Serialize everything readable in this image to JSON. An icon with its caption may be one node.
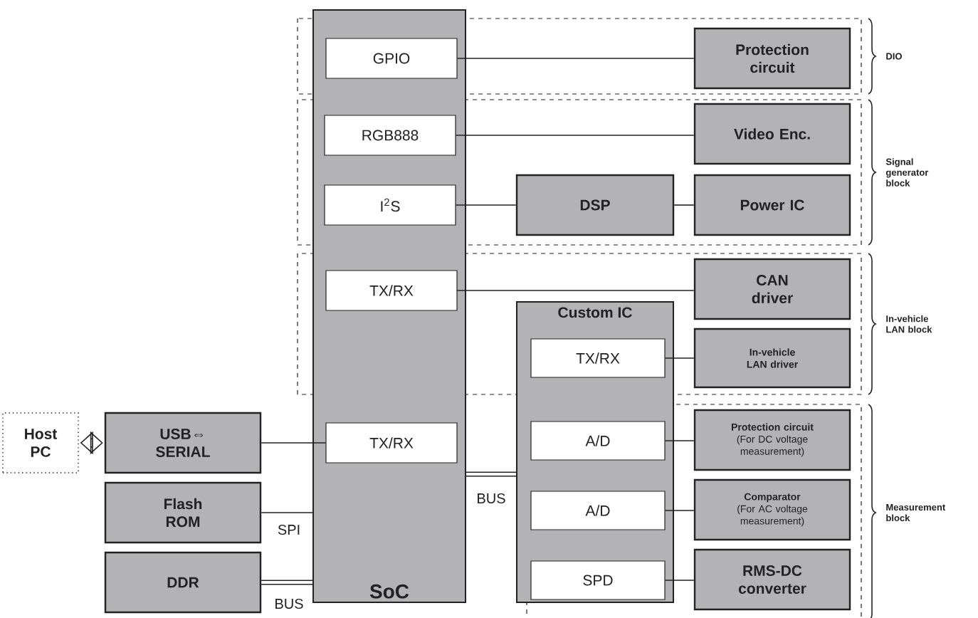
{
  "diagram": {
    "nodes": [
      {
        "text": [
          "SoC"
        ]
      },
      {
        "text": [
          "GPIO"
        ],
        "in": 0
      },
      {
        "text": [
          "RGB888"
        ],
        "in": 0
      },
      {
        "text": [
          "I$^{2}$S"
        ],
        "in": 0
      },
      {
        "text": [
          "TX/RX"
        ],
        "in": 0
      },
      {
        "text": [
          "TX/RX"
        ],
        "in": 0
      },
      {
        "text": [
          "Protection circuit"
        ]
      },
      {
        "text": [
          "Video Enc."
        ]
      },
      {
        "text": [
          "DSP"
        ]
      },
      {
        "text": [
          "Power IC"
        ]
      },
      {
        "text": [
          "CAN driver"
        ]
      },
      {
        "text": [
          "Custom IC"
        ]
      },
      {
        "text": [
          "TX/RX"
        ],
        "in": 11
      },
      {
        "text": [
          "In-vehicle LAN driver"
        ]
      },
      {
        "text": [
          "A/D"
        ],
        "in": 11
      },
      {
        "text": [
          "A/D"
        ],
        "in": 11
      },
      {
        "text": [
          "SPD"
        ],
        "in": 11
      },
      {
        "text": [
          "Protection circuit",
          "(For DC voltage measurement)"
        ]
      },
      {
        "text": [
          "Comparator",
          "(For AC voltage measurement)"
        ]
      },
      {
        "text": [
          "RMS-DC converter"
        ]
      },
      {
        "text": [
          "Host PC"
        ]
      },
      {
        "text": [
          "USB⇔ SERIAL"
        ]
      },
      {
        "text": [
          "Flash ROM"
        ]
      },
      {
        "text": [
          "DDR"
        ]
      }
    ],
    "edges": [
      {
        "from": 1,
        "to": 6,
        "arrow": "none"
      },
      {
        "from": 2,
        "to": 7,
        "arrow": "none"
      },
      {
        "from": 3,
        "to": 8,
        "arrow": "none"
      },
      {
        "from": 8,
        "to": 9,
        "arrow": "none"
      },
      {
        "from": 4,
        "to": 10,
        "arrow": "none"
      },
      {
        "from": 12,
        "to": 13,
        "arrow": "none"
      },
      {
        "from": 14,
        "to": 17,
        "arrow": "none"
      },
      {
        "from": 15,
        "to": 18,
        "arrow": "none"
      },
      {
        "from": 16,
        "to": 19,
        "arrow": "none"
      },
      {
        "from": 20,
        "to": 21,
        "arrow": "both",
        "style": "thick"
      },
      {
        "from": 21,
        "to": 5,
        "arrow": "none"
      },
      {
        "from": 22,
        "to": 0,
        "arrow": "none",
        "label": "SPI"
      },
      {
        "from": 23,
        "to": 0,
        "arrow": "none",
        "label": "BUS",
        "style": "thick"
      },
      {
        "from": 0,
        "to": 11,
        "arrow": "none",
        "label": "BUS",
        "style": "thick"
      }
    ],
    "labels": [
      "DIO",
      "Signal generator block",
      "In-vehicle LAN block",
      "Measurement block"
    ]
  }
}
